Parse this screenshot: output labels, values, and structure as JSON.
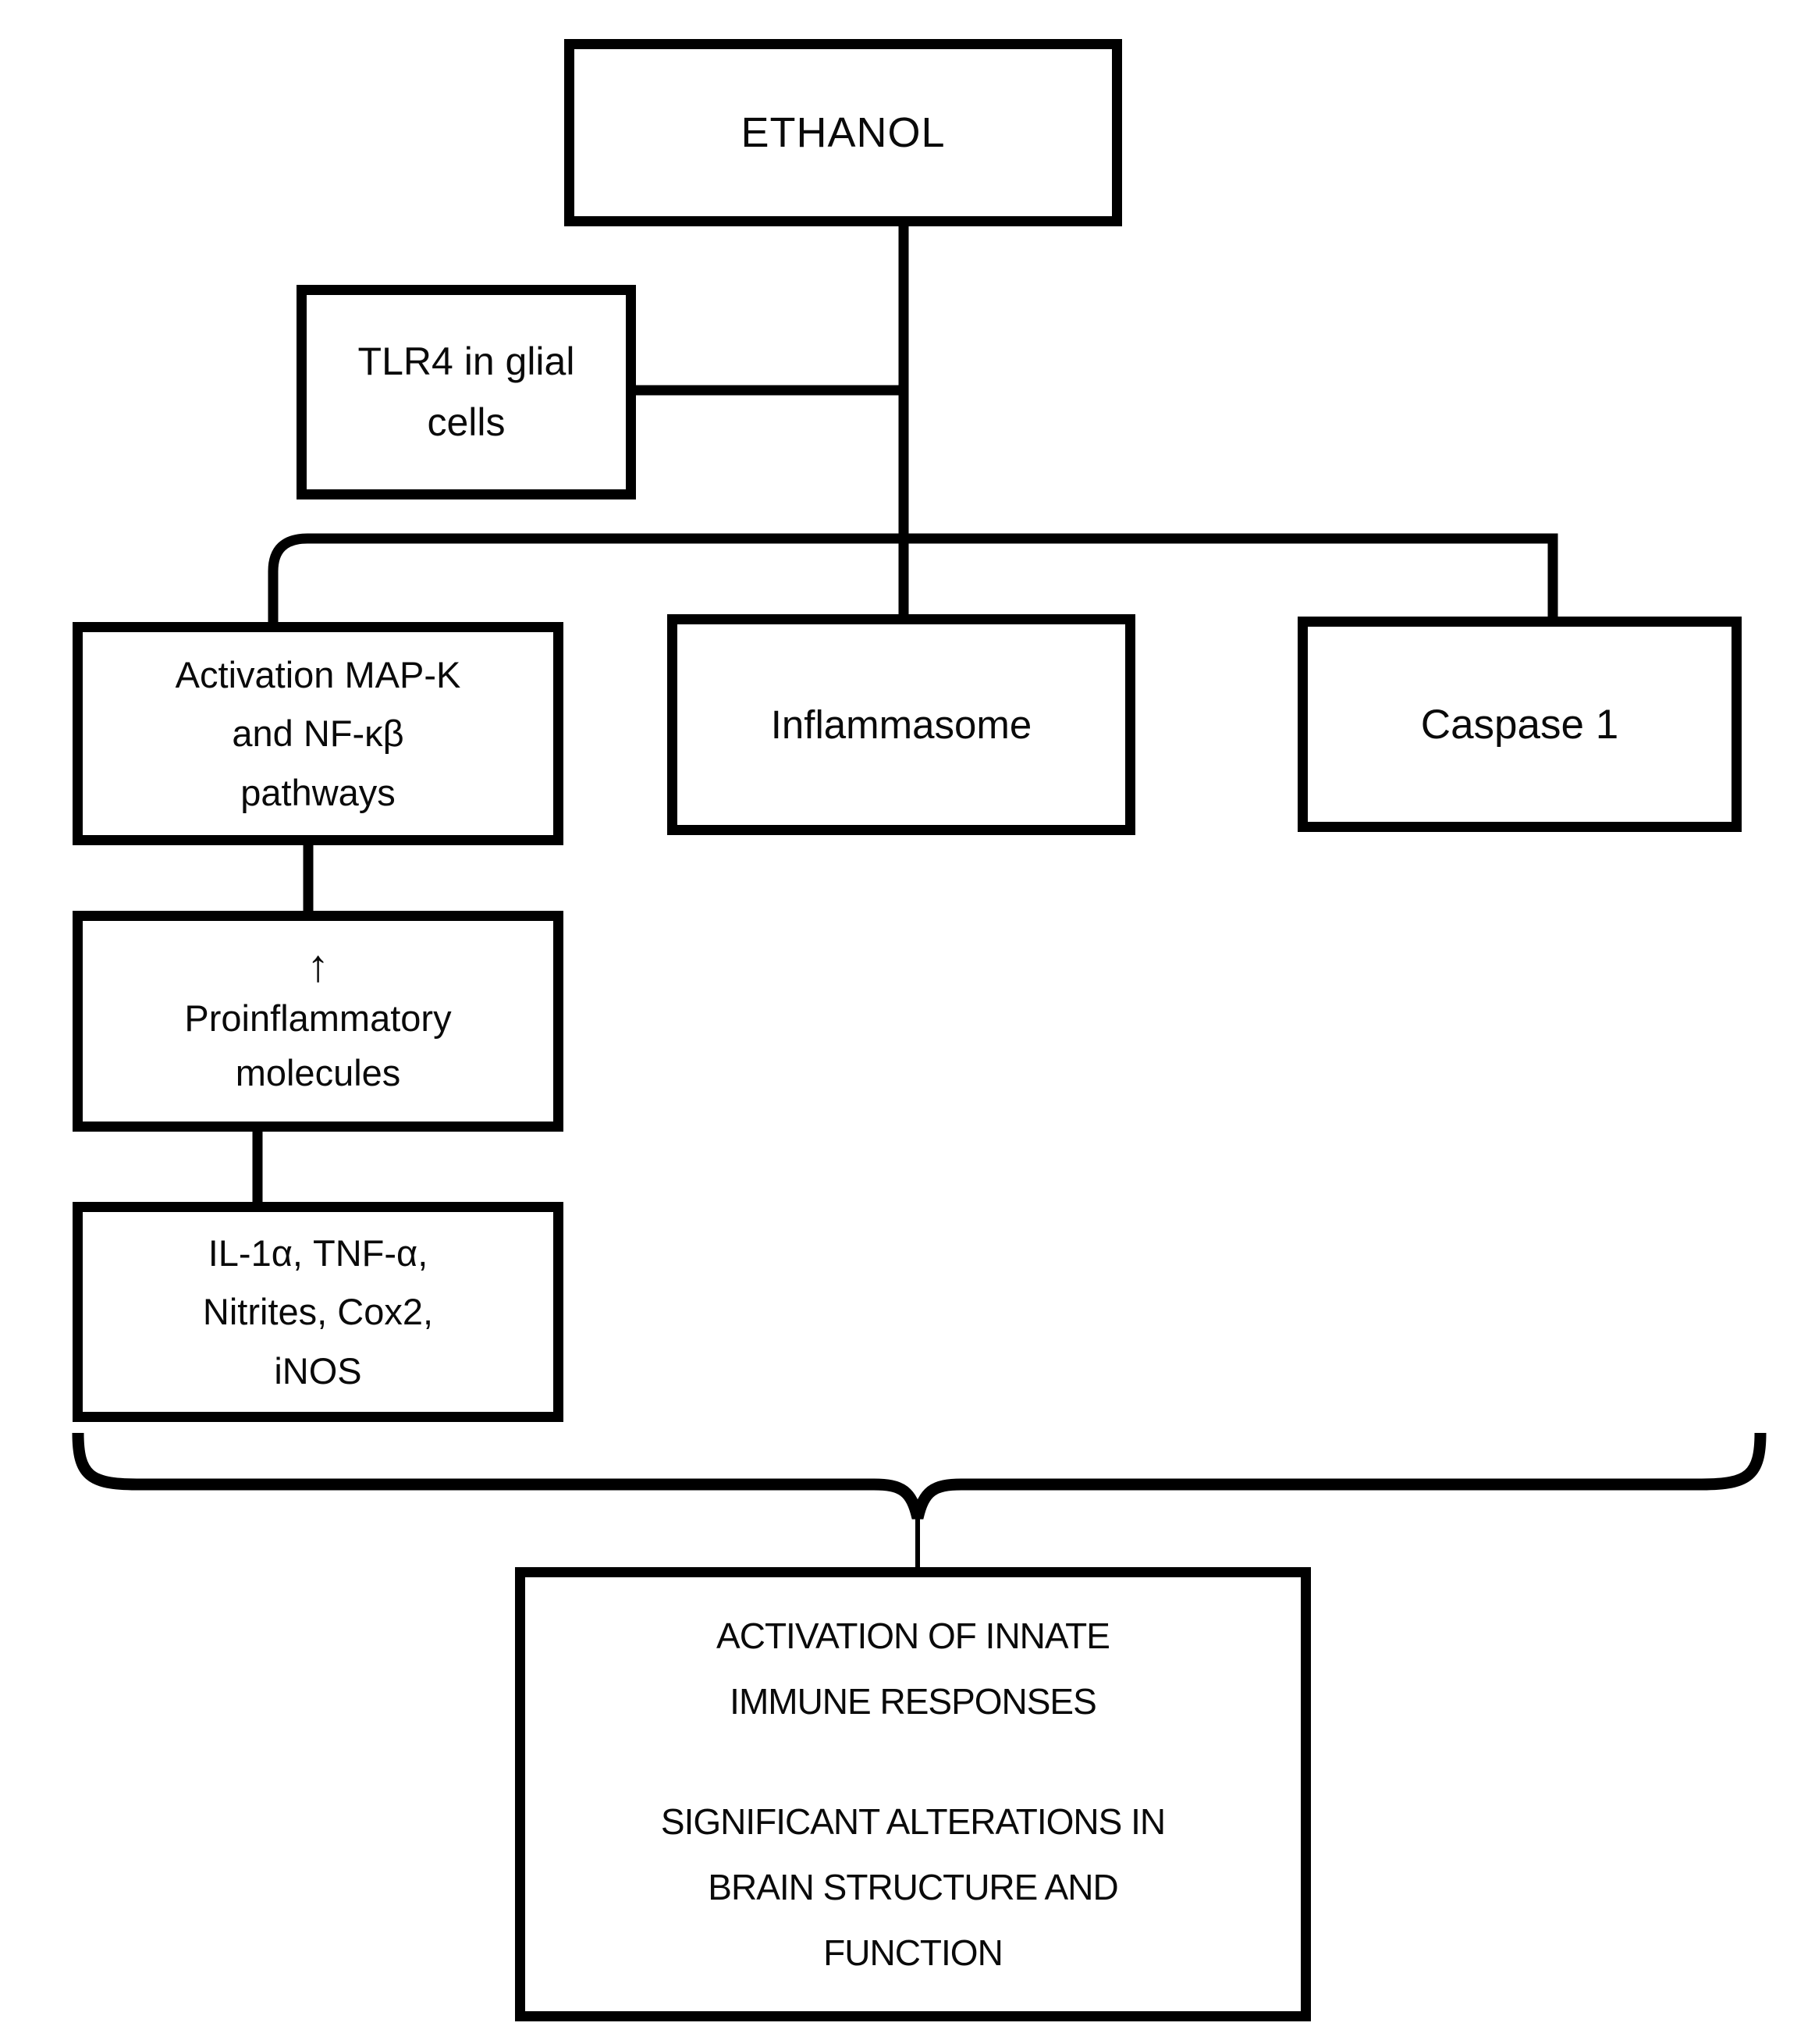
{
  "diagram": {
    "title": "Ethanol TLR4 neuroimmune signalling flowchart",
    "background_color": "#ffffff",
    "line_color": "#000000",
    "nodes": {
      "ethanol": {
        "label": "ETHANOL"
      },
      "tlr4": {
        "lines": [
          "TLR4 in glial",
          "cells"
        ]
      },
      "mapk": {
        "lines": [
          "Activation MAP-K",
          "and NF-κβ",
          "pathways"
        ]
      },
      "inflammasome": {
        "label": "Inflammasome"
      },
      "caspase1": {
        "label": "Caspase 1"
      },
      "proinflammatory": {
        "arrow": "↑",
        "lines": [
          "Proinflammatory",
          "molecules"
        ]
      },
      "mediators": {
        "lines": [
          "IL-1α, TNF-α,",
          "Nitrites, Cox2,",
          "iNOS"
        ]
      },
      "outcome": {
        "para1": [
          "ACTIVATION OF INNATE",
          "IMMUNE RESPONSES"
        ],
        "para2": [
          "SIGNIFICANT ALTERATIONS IN",
          "BRAIN STRUCTURE AND",
          "FUNCTION"
        ]
      }
    },
    "edges": [
      "ethanol -> branch line",
      "tlr4 -> trunk",
      "branch -> mapk",
      "branch -> inflammasome",
      "branch -> caspase1",
      "mapk -> proinflammatory",
      "proinflammatory -> mediators",
      "all pathways -> brace -> outcome"
    ]
  }
}
